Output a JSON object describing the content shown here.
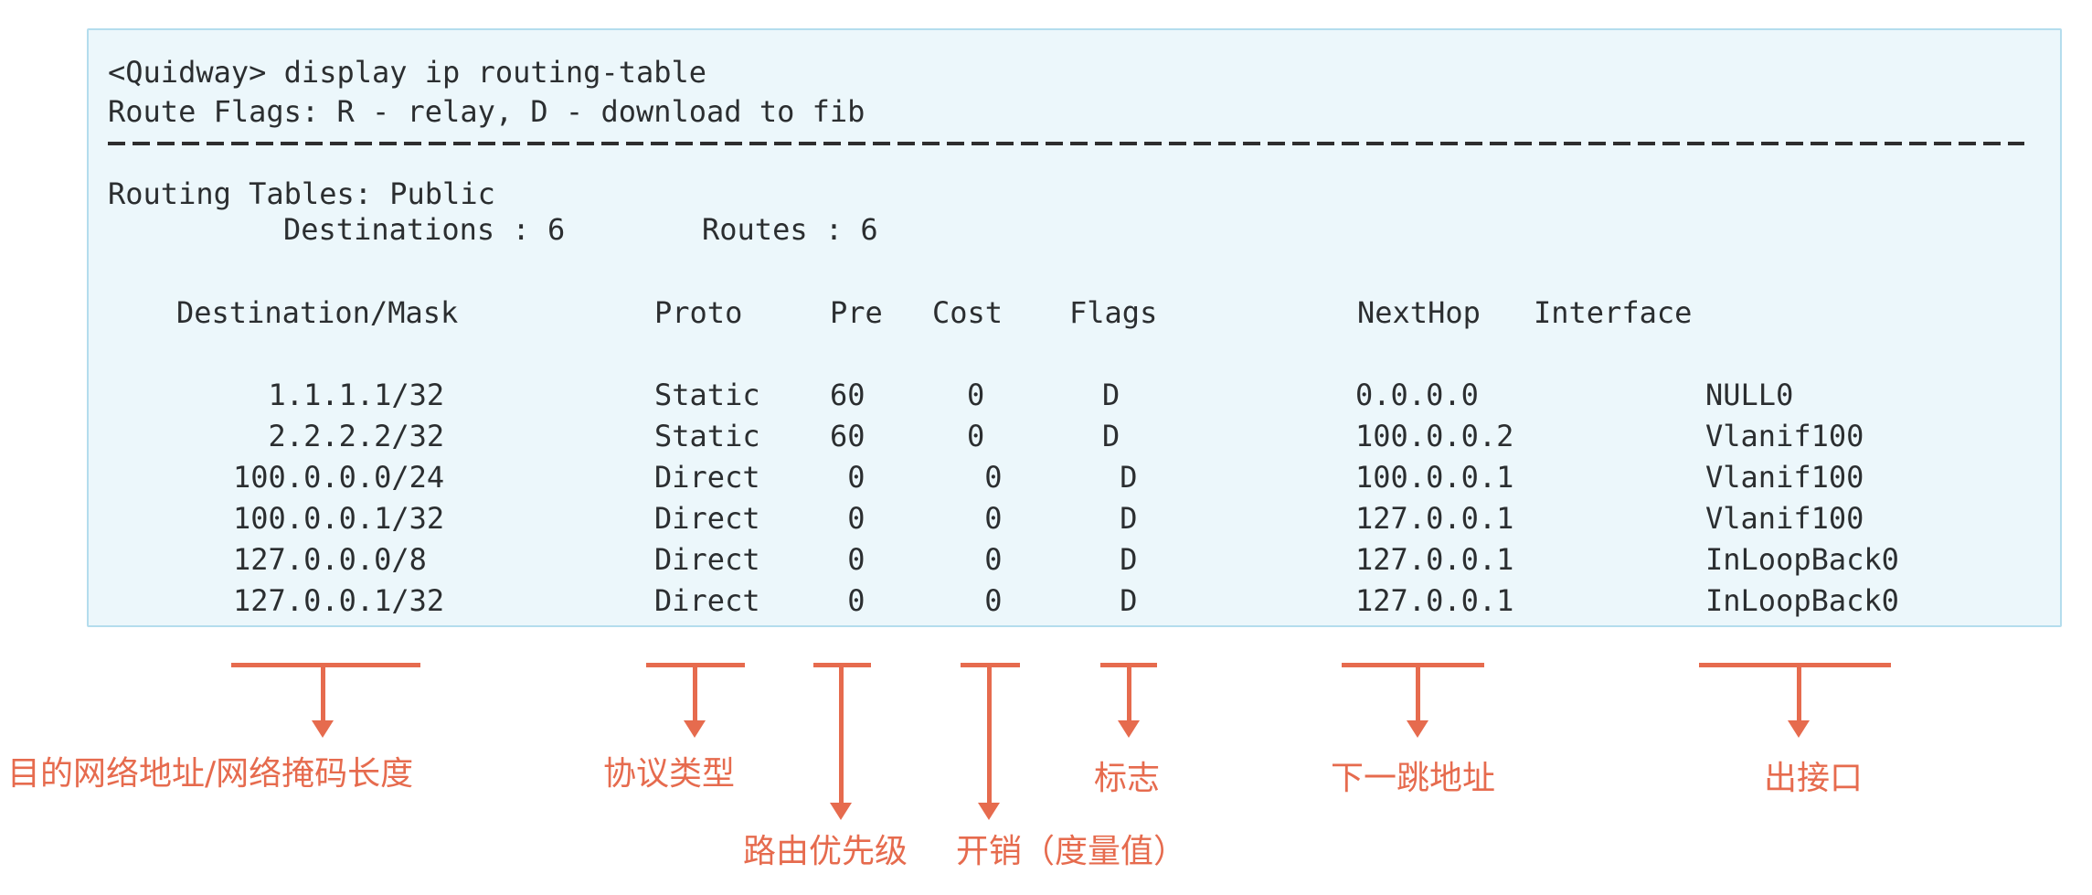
{
  "terminal": {
    "prompt": "<Quidway>",
    "command": "display ip routing-table",
    "route_flags_line": "Route Flags: R - relay, D - download to fib",
    "tables_line": "Routing Tables: Public",
    "destinations_label": "Destinations : 6",
    "routes_label": "Routes : 6",
    "table": {
      "headers": {
        "dest": "Destination/Mask",
        "proto": "Proto",
        "pre": "Pre",
        "cost": "Cost",
        "flags": "Flags",
        "nexthop": "NextHop",
        "interface": "Interface"
      },
      "rows": [
        {
          "dest": "  1.1.1.1/32",
          "proto": "Static",
          "pre": "60",
          "cost": "0",
          "flags": "D",
          "nexthop": "0.0.0.0",
          "interface": "NULL0"
        },
        {
          "dest": "  2.2.2.2/32",
          "proto": "Static",
          "pre": "60",
          "cost": "0",
          "flags": "D",
          "nexthop": "100.0.0.2",
          "interface": "Vlanif100"
        },
        {
          "dest": "100.0.0.0/24",
          "proto": "Direct",
          "pre": " 0",
          "cost": " 0",
          "flags": " D",
          "nexthop": "100.0.0.1",
          "interface": "Vlanif100"
        },
        {
          "dest": "100.0.0.1/32",
          "proto": "Direct",
          "pre": " 0",
          "cost": " 0",
          "flags": " D",
          "nexthop": "127.0.0.1",
          "interface": "Vlanif100"
        },
        {
          "dest": "127.0.0.0/8",
          "proto": "Direct",
          "pre": " 0",
          "cost": " 0",
          "flags": " D",
          "nexthop": "127.0.0.1",
          "interface": "InLoopBack0"
        },
        {
          "dest": "127.0.0.1/32",
          "proto": "Direct",
          "pre": " 0",
          "cost": " 0",
          "flags": " D",
          "nexthop": "127.0.0.1",
          "interface": "InLoopBack0"
        }
      ]
    }
  },
  "annotations": [
    {
      "id": "destination-mask",
      "label": "目的网络地址/网络掩码长度"
    },
    {
      "id": "protocol-type",
      "label": "协议类型"
    },
    {
      "id": "route-preference",
      "label": "路由优先级"
    },
    {
      "id": "cost-metric",
      "label": "开销（度量值）"
    },
    {
      "id": "flags",
      "label": "标志"
    },
    {
      "id": "next-hop",
      "label": "下一跳地址"
    },
    {
      "id": "out-interface",
      "label": "出接口"
    }
  ],
  "colors": {
    "accent": "#e66b4e",
    "terminal_background": "#ecf7fb",
    "terminal_border": "#b4dded",
    "terminal_text": "#2b2e30"
  }
}
